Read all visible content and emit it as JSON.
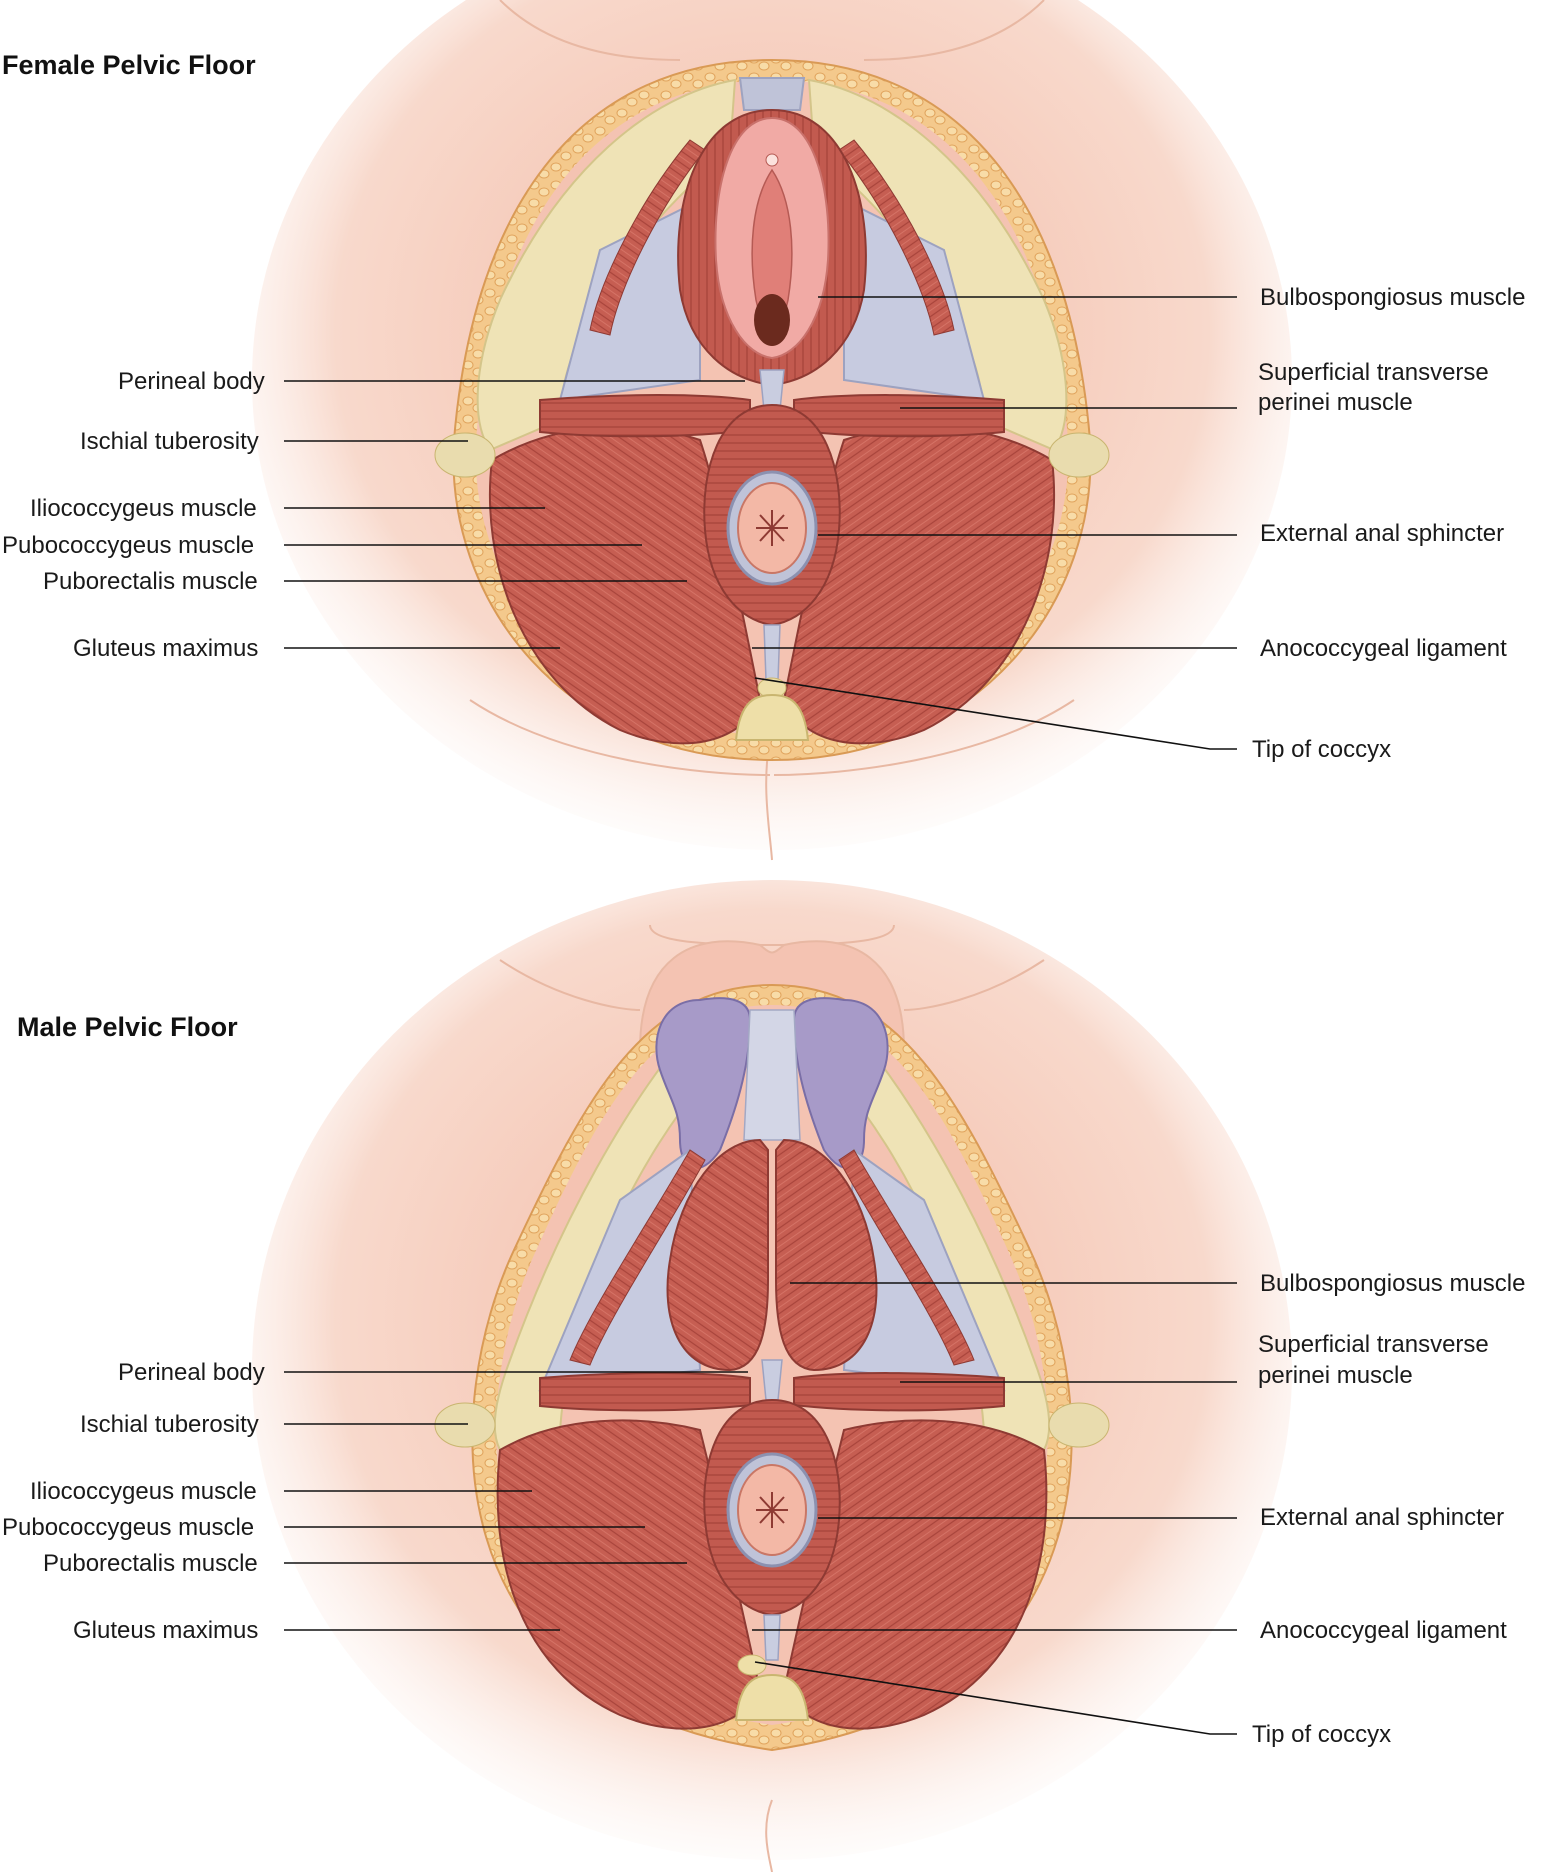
{
  "female": {
    "title": "Female Pelvic Floor",
    "labels": {
      "perineal_body": "Perineal body",
      "ischial_tuberosity": "Ischial tuberosity",
      "iliococcygeus": "Iliococcygeus muscle",
      "pubococcygeus": "Pubococcygeus muscle",
      "puborectalis": "Puborectalis muscle",
      "gluteus_maximus": "Gluteus maximus",
      "bulbospongiosus": "Bulbospongiosus muscle",
      "superficial_transverse_1": "Superficial transverse",
      "superficial_transverse_2": "perinei muscle",
      "external_anal_sphincter": "External anal sphincter",
      "anococcygeal_ligament": "Anococcygeal ligament",
      "tip_of_coccyx": "Tip of coccyx"
    }
  },
  "male": {
    "title": "Male Pelvic Floor",
    "labels": {
      "perineal_body": "Perineal body",
      "ischial_tuberosity": "Ischial tuberosity",
      "iliococcygeus": "Iliococcygeus muscle",
      "pubococcygeus": "Pubococcygeus muscle",
      "puborectalis": "Puborectalis muscle",
      "gluteus_maximus": "Gluteus maximus",
      "bulbospongiosus": "Bulbospongiosus muscle",
      "superficial_transverse_1": "Superficial transverse",
      "superficial_transverse_2": "perinei muscle",
      "external_anal_sphincter": "External anal sphincter",
      "anococcygeal_ligament": "Anococcygeal ligament",
      "tip_of_coccyx": "Tip of coccyx"
    }
  },
  "colors": {
    "skin": "#f6d3c4",
    "skin_edge": "#e8b8a3",
    "fat": "#f2c27a",
    "bone": "#f0e4b8",
    "muscle": "#c1574c",
    "muscle_dark": "#9e3d35",
    "fascia": "#b8bdd6",
    "ligament": "#c9cde0",
    "mucosa": "#f0a3a0"
  }
}
